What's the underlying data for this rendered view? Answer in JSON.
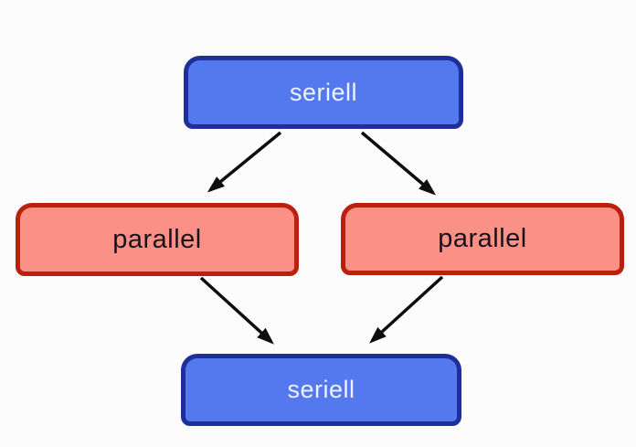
{
  "diagram": {
    "nodes": [
      {
        "id": "seriell-top",
        "label": "seriell",
        "type": "serial"
      },
      {
        "id": "parallel-left",
        "label": "parallel",
        "type": "parallel"
      },
      {
        "id": "parallel-right",
        "label": "parallel",
        "type": "parallel"
      },
      {
        "id": "seriell-bottom",
        "label": "seriell",
        "type": "serial"
      }
    ],
    "edges": [
      {
        "from": "seriell-top",
        "to": "parallel-left"
      },
      {
        "from": "seriell-top",
        "to": "parallel-right"
      },
      {
        "from": "parallel-left",
        "to": "seriell-bottom"
      },
      {
        "from": "parallel-right",
        "to": "seriell-bottom"
      }
    ],
    "colors": {
      "serial_fill": "#5478ee",
      "serial_border": "#1f2f99",
      "serial_text": "#eef3fd",
      "parallel_fill": "#fb9186",
      "parallel_border": "#bb200f",
      "parallel_text": "#19121a",
      "arrow": "#0d0d0d",
      "background": "#fcfcfc"
    }
  }
}
